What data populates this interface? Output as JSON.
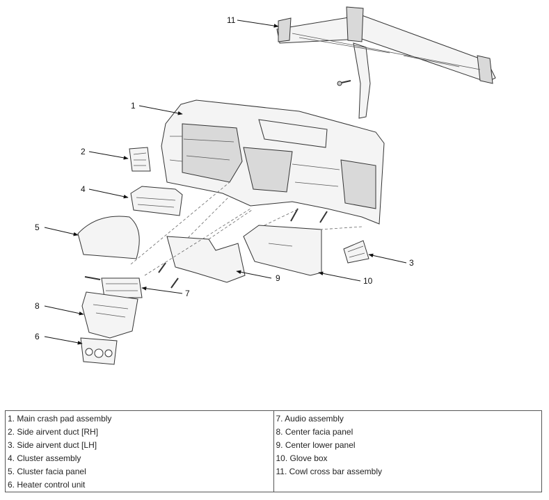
{
  "callouts": [
    "1",
    "2",
    "3",
    "4",
    "5",
    "6",
    "7",
    "8",
    "9",
    "10",
    "11"
  ],
  "legend": {
    "left": [
      "1. Main crash pad assembly",
      "2. Side airvent duct [RH]",
      "3. Side airvent duct [LH]",
      "4. Cluster assembly",
      "5. Cluster facia panel",
      "6. Heater control unit"
    ],
    "right": [
      "7. Audio assembly",
      "8. Center facia panel",
      "9. Center lower panel",
      "10. Glove box",
      "11. Cowl cross bar assembly"
    ]
  }
}
